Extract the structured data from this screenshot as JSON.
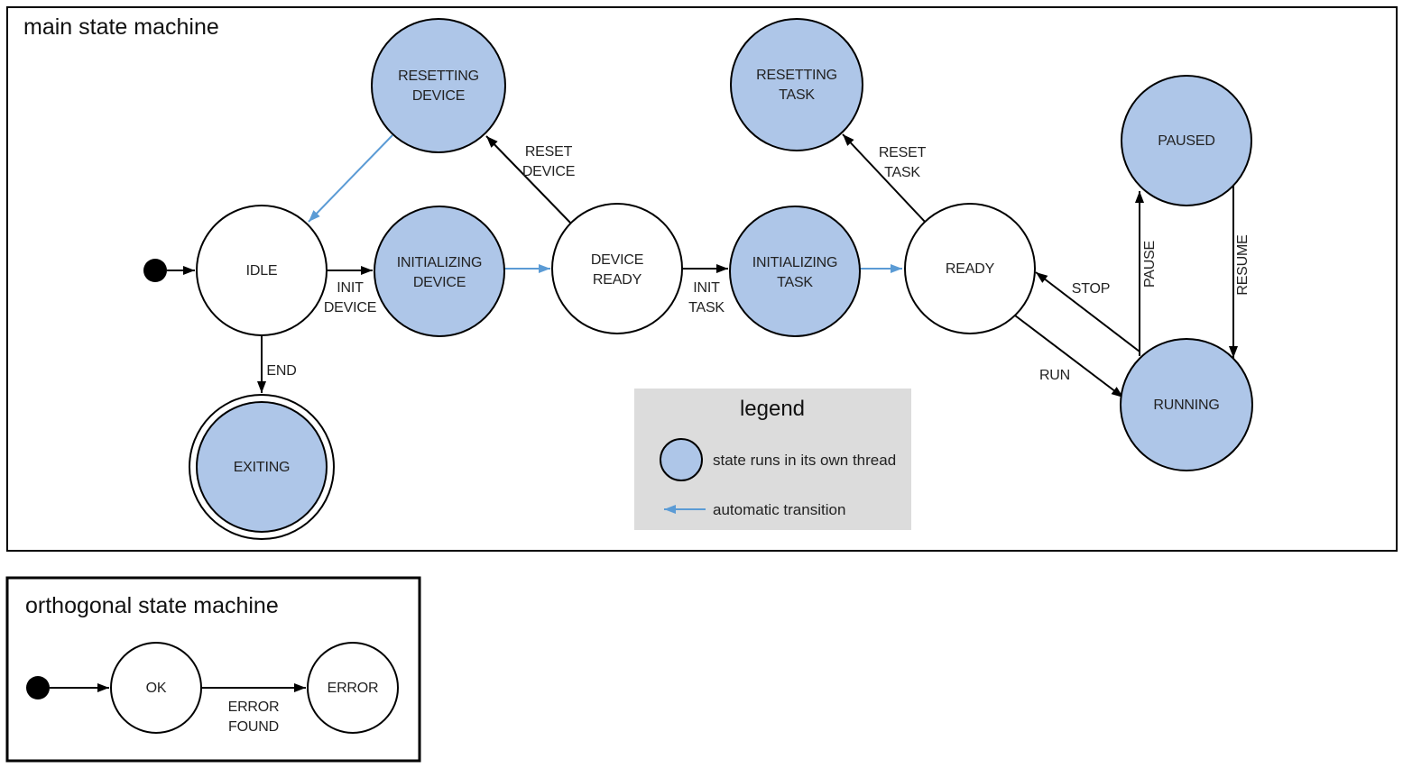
{
  "colors": {
    "state_fill": "#aec6e8",
    "auto_arrow": "#5b9bd5",
    "line": "#000000",
    "legend_bg": "#dcdcdc"
  },
  "main": {
    "title": "main state machine",
    "nodes": {
      "idle": "IDLE",
      "ready": "READY",
      "paused": "PAUSED",
      "running": "RUNNING",
      "exiting": "EXITING",
      "resetting_device": {
        "l1": "RESETTING",
        "l2": "DEVICE"
      },
      "initializing_device": {
        "l1": "INITIALIZING",
        "l2": "DEVICE"
      },
      "device_ready": {
        "l1": "DEVICE",
        "l2": "READY"
      },
      "resetting_task": {
        "l1": "RESETTING",
        "l2": "TASK"
      },
      "initializing_task": {
        "l1": "INITIALIZING",
        "l2": "TASK"
      }
    },
    "transitions": {
      "init_device": {
        "l1": "INIT",
        "l2": "DEVICE"
      },
      "reset_device": {
        "l1": "RESET",
        "l2": "DEVICE"
      },
      "init_task": {
        "l1": "INIT",
        "l2": "TASK"
      },
      "reset_task": {
        "l1": "RESET",
        "l2": "TASK"
      },
      "run": "RUN",
      "stop": "STOP",
      "pause": "PAUSE",
      "resume": "RESUME",
      "end": "END"
    }
  },
  "legend": {
    "title": "legend",
    "thread": "state runs in its own thread",
    "auto": "automatic transition"
  },
  "orthogonal": {
    "title": "orthogonal state machine",
    "nodes": {
      "ok": "OK",
      "error": "ERROR"
    },
    "transitions": {
      "error_found": {
        "l1": "ERROR",
        "l2": "FOUND"
      }
    }
  }
}
